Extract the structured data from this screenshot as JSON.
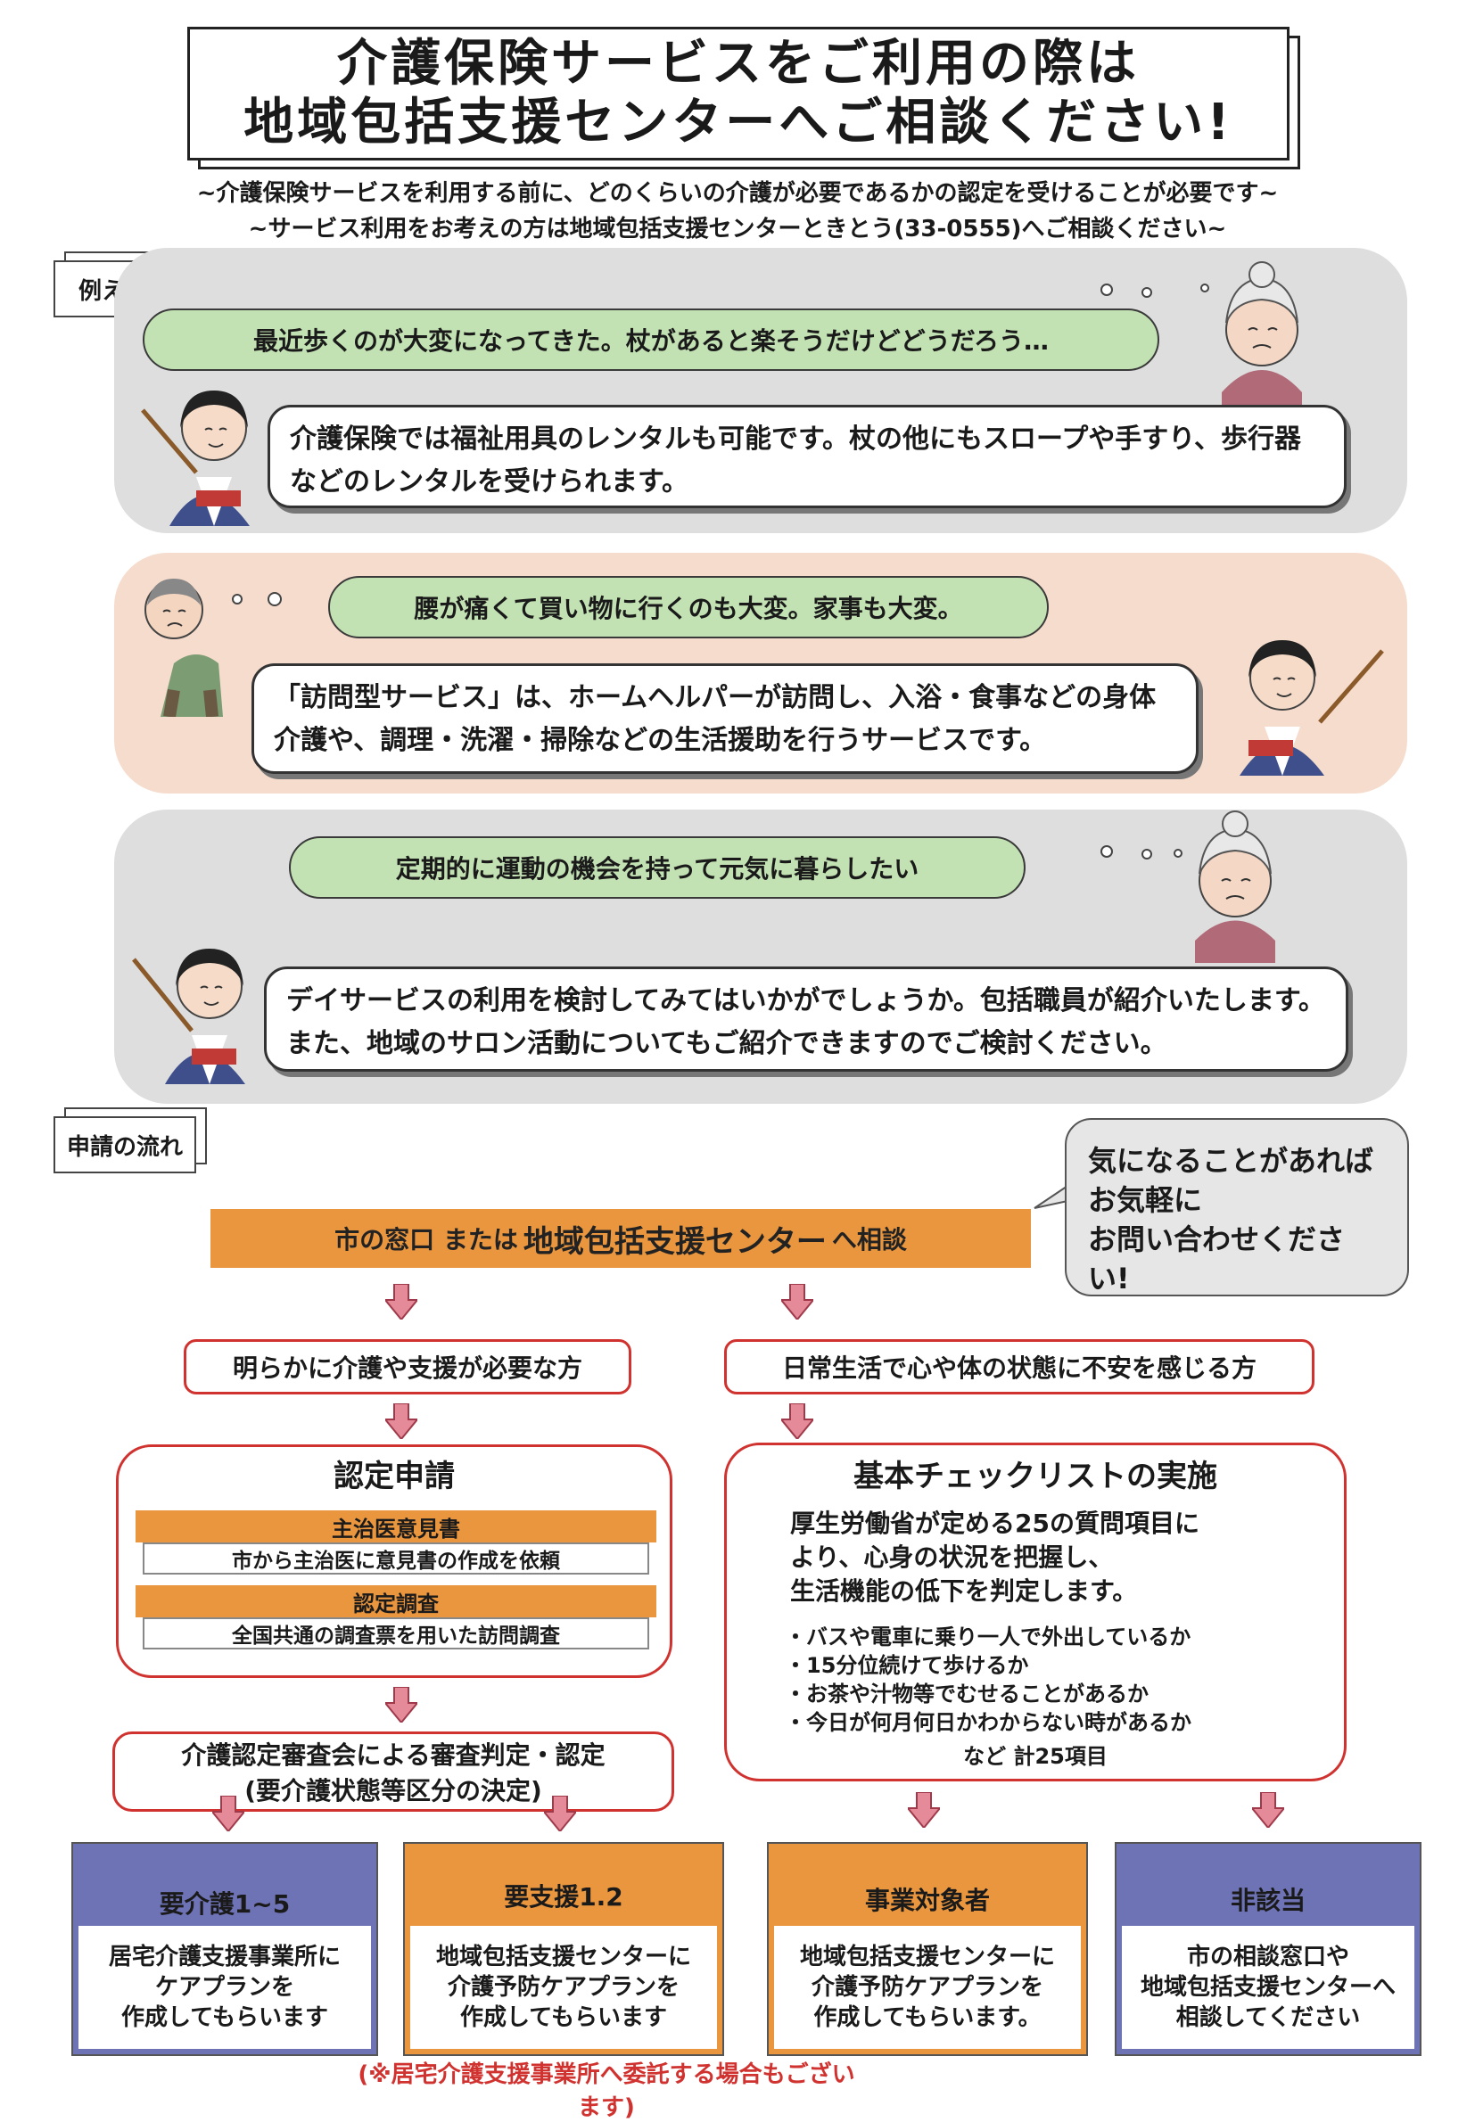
{
  "header": {
    "title_line1": "介護保険サービスをご利用の際は",
    "title_line2": "地域包括支援センターへご相談ください!",
    "sub1": "~介護保険サービスを利用する前に、どのくらいの介護が必要であるかの認定を受けることが必要です~",
    "sub2": "~サービス利用をお考えの方は地域包括支援センターときとう(33-0555)へご相談ください~"
  },
  "examples": {
    "tag": "例えば…",
    "items": [
      {
        "question": "最近歩くのが大変になってきた。杖があると楽そうだけどどうだろう…",
        "answer": "介護保険では福祉用具のレンタルも可能です。杖の他にもスロープや手すり、歩行器などのレンタルを受けられます。"
      },
      {
        "question": "腰が痛くて買い物に行くのも大変。家事も大変。",
        "answer": "「訪問型サービス」は、ホームヘルパーが訪問し、入浴・食事などの身体介護や、調理・洗濯・掃除などの生活援助を行うサービスです。"
      },
      {
        "question": "定期的に運動の機会を持って元気に暮らしたい",
        "answer": "デイサービスの利用を検討してみてはいかがでしょうか。包括職員が紹介いたします。また、地域のサロン活動についてもご紹介できますのでご検討ください。"
      }
    ]
  },
  "flow": {
    "tag": "申請の流れ",
    "consult_prefix": "市の窓口 または",
    "consult_big": "地域包括支援センター",
    "consult_suffix": "へ相談",
    "speech_line1": "気になることがあれば",
    "speech_line2": "お気軽に",
    "speech_line3": "お問い合わせください!",
    "left_branch": "明らかに介護や支援が必要な方",
    "right_branch": "日常生活で心や体の状態に不安を感じる方",
    "nintei": {
      "title": "認定申請",
      "item1_head": "主治医意見書",
      "item1_body": "市から主治医に意見書の作成を依頼",
      "item2_head": "認定調査",
      "item2_body": "全国共通の調査票を用いた訪問調査"
    },
    "shinsa_line1": "介護認定審査会による審査判定・認定",
    "shinsa_line2": "(要介護状態等区分の決定)",
    "checklist": {
      "title": "基本チェックリストの実施",
      "desc1": "厚生労働省が定める25の質問項目に",
      "desc2": "より、心身の状況を把握し、",
      "desc3": "生活機能の低下を判定します。",
      "items": [
        "・バスや電車に乗り一人で外出しているか",
        "・15分位続けて歩けるか",
        "・お茶や汁物等でむせることがあるか",
        "・今日が何月何日かわからない時があるか"
      ],
      "footer": "など 計25項目"
    },
    "outcomes": [
      {
        "head": "要介護1~5",
        "body": "居宅介護支援事業所に\nケアプランを\n作成してもらいます"
      },
      {
        "head": "要支援1.2",
        "body": "地域包括支援センターに\n介護予防ケアプランを\n作成してもらいます"
      },
      {
        "head": "事業対象者",
        "body": "地域包括支援センターに\n介護予防ケアプランを\n作成してもらいます。"
      },
      {
        "head": "非該当",
        "body": "市の相談窓口や\n地域包括支援センターへ\n相談してください"
      }
    ],
    "note": "(※居宅介護支援事業所へ委託する場合もございます)"
  },
  "colors": {
    "orange": "#e9963f",
    "blue": "#6e73b6",
    "red": "#d0332f",
    "cloud": "#c3e2b3"
  }
}
